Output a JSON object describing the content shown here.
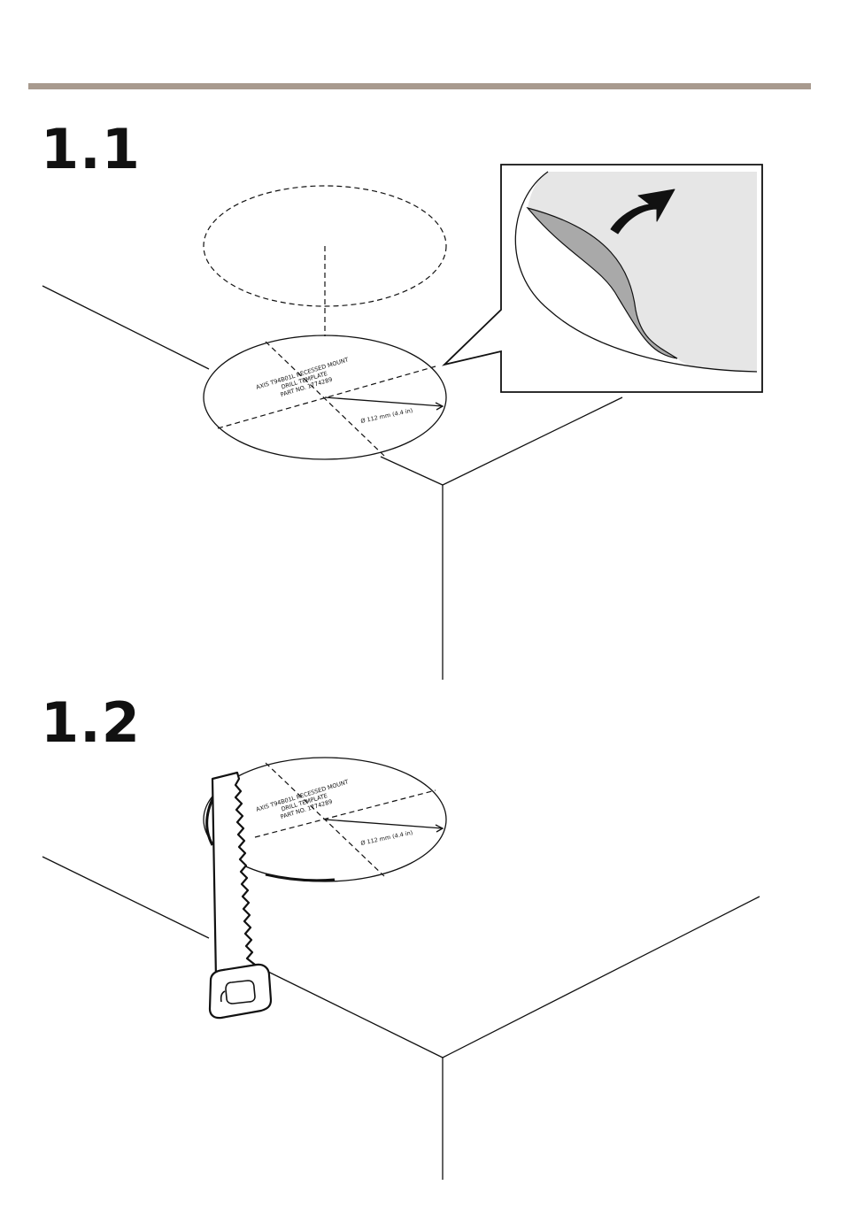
{
  "steps": [
    {
      "number": "1.1"
    },
    {
      "number": "1.2"
    }
  ],
  "template_label": {
    "line1": "AXIS T94B01L RECESSED MOUNT",
    "line2": "DRILL TEMPLATE",
    "line3": "PART NO. 1774289",
    "diameter": "Ø 112 mm (4.4 in)"
  },
  "colors": {
    "rule": "#a89a8e",
    "peel_light": "#e6e6e6",
    "peel_dark": "#a9a9a9"
  }
}
